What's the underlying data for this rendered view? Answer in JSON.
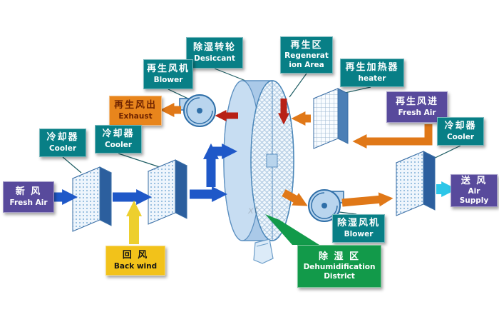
{
  "title": "Desiccant wheel dehumidification system diagram",
  "colors": {
    "teal": "#087f86",
    "purple": "#584a9c",
    "orange_box": "#e8851c",
    "yellow_box": "#f2c21a",
    "green_box": "#129a4a",
    "blue_arrow": "#1f58c8",
    "orange_arrow": "#e07818",
    "yellow_arrow": "#edcf2e",
    "red_arrow": "#b82015",
    "cyan_arrow": "#2cc6e8"
  },
  "labels": {
    "desiccant": {
      "zh": "除湿转轮",
      "en": "Desiccant"
    },
    "regen_area": {
      "zh": "再生区",
      "en": "Regeneration Area"
    },
    "regen_blower": {
      "zh": "再生风机",
      "en": "Blower"
    },
    "regen_heater": {
      "zh": "再生加热器",
      "en": "heater"
    },
    "exhaust": {
      "zh": "再生风出",
      "en": "Exhaust"
    },
    "regen_fresh": {
      "zh": "再生风进",
      "en": "Fresh Air"
    },
    "cooler_a": {
      "zh": "冷却器",
      "en": "Cooler"
    },
    "cooler_b": {
      "zh": "冷却器",
      "en": "Cooler"
    },
    "cooler_c": {
      "zh": "冷却器",
      "en": "Cooler"
    },
    "fresh_air": {
      "zh": "新  风",
      "en": "Fresh Air"
    },
    "air_supply": {
      "zh": "送  风",
      "en": "Air Supply"
    },
    "back_wind": {
      "zh": "回  风",
      "en": "Back wind"
    },
    "dehumid_blower": {
      "zh": "除湿风机",
      "en": "Blower"
    },
    "dehumid_district": {
      "zh": "除 湿 区",
      "en": "Dehumidification District"
    }
  },
  "watermark": "xt"
}
